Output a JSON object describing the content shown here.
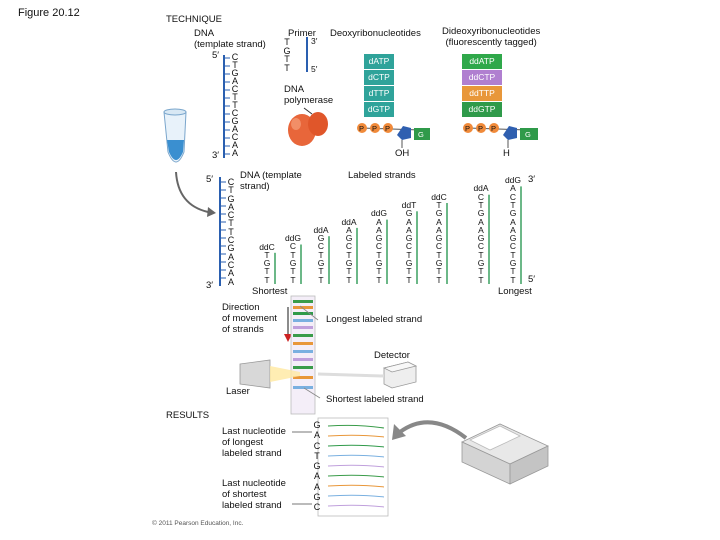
{
  "figure_label": "Figure 20.12",
  "technique": {
    "heading": "TECHNIQUE",
    "template_label": "DNA\n(template strand)",
    "five_prime": "5′",
    "three_prime": "3′",
    "template_seq": "C\nT\nG\nA\nC\nT\nT\nC\nG\nA\nC\nA\nA",
    "primer_label": "Primer",
    "primer_seq": "T\nG\nT\nT",
    "polymerase_label": "DNA\npolymerase",
    "deoxy_label": "Deoxyribonucleotides",
    "dideoxy_label": "Dideoxyribonucleotides\n(fluorescently tagged)",
    "deoxy": [
      "dATP",
      "dCTP",
      "dTTP",
      "dGTP"
    ],
    "dideoxy": [
      "ddATP",
      "ddCTP",
      "ddTTP",
      "ddGTP"
    ],
    "phosphate": "P",
    "sugar_base": "G",
    "oh_label": "OH",
    "h_label": "H",
    "colors": {
      "deoxy_box": "#2fa39a",
      "ddATP": "#2fa84a",
      "ddCTP": "#b07fd0",
      "ddTTP": "#e8973a",
      "ddGTP": "#2f9a4a",
      "phosphate": "#f08a3a",
      "sugar": "#2f5fb0",
      "base_g": "#2f9a4a",
      "polymerase": "#e8663a"
    }
  },
  "strands": {
    "template_label": "DNA (template\nstrand)",
    "template_seq": "C\nT\nG\nA\nC\nT\nT\nC\nG\nA\nC\nA\nA",
    "five_prime": "5′",
    "three_prime": "3′",
    "labeled_label": "Labeled strands",
    "shortest_label": "Shortest",
    "longest_label": "Longest",
    "fragments": [
      "ddC\nT\nG\nT\nT",
      "ddG\nC\nT\nG\nT\nT",
      "ddA\nG\nC\nT\nG\nT\nT",
      "ddA\nA\nG\nC\nT\nG\nT\nT",
      "ddG\nA\nA\nG\nC\nT\nG\nT\nT",
      "ddT\nG\nA\nA\nG\nC\nT\nG\nT\nT",
      "ddC\nT\nG\nA\nA\nG\nC\nT\nG\nT\nT",
      "ddA\nC\nT\nG\nA\nA\nG\nC\nT\nG\nT\nT",
      "ddG\nA\nC\nT\nG\nA\nA\nG\nC\nT\nG\nT\nT"
    ],
    "longest_three_prime": "3′",
    "longest_five_prime": "5′"
  },
  "electrophoresis": {
    "direction_label": "Direction\nof movement\nof strands",
    "longest_strand_label": "Longest labeled strand",
    "detector_label": "Detector",
    "laser_label": "Laser",
    "shortest_strand_label": "Shortest labeled strand"
  },
  "results": {
    "heading": "RESULTS",
    "last_longest": "Last nucleotide\nof longest\nlabeled strand",
    "last_shortest": "Last nucleotide\nof shortest\nlabeled strand",
    "sequence": "G\nA\nC\nT\nG\nA\nA\nG\nC"
  },
  "copyright": "© 2011 Pearson Education, Inc."
}
